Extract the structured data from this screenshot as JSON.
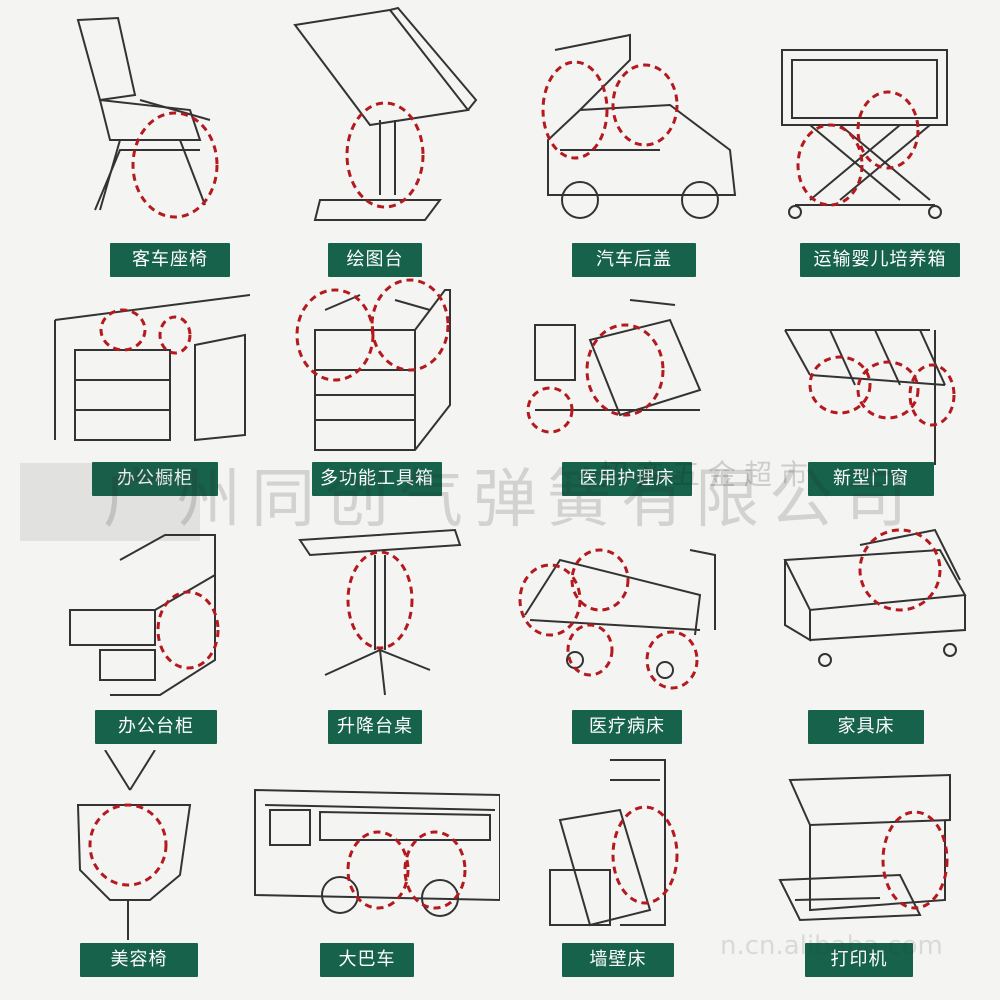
{
  "colors": {
    "label_bg": "#16624a",
    "label_text": "#ffffff",
    "highlight_circle": "#b4191d",
    "line_art": "#333333"
  },
  "watermark": {
    "main": "广州同创气弹簧有限公司",
    "sub": "招商五金超市",
    "url": "n.cn.alibaba.com"
  },
  "items": [
    {
      "label": "客车座椅",
      "icon": "bus-seat-icon"
    },
    {
      "label": "绘图台",
      "icon": "drafting-table-icon"
    },
    {
      "label": "汽车后盖",
      "icon": "car-tailgate-icon"
    },
    {
      "label": "运输婴儿培养箱",
      "icon": "infant-incubator-icon"
    },
    {
      "label": "办公橱柜",
      "icon": "office-cabinet-icon"
    },
    {
      "label": "多功能工具箱",
      "icon": "tool-box-icon"
    },
    {
      "label": "医用护理床",
      "icon": "nursing-bed-icon"
    },
    {
      "label": "新型门窗",
      "icon": "window-icon"
    },
    {
      "label": "办公台柜",
      "icon": "office-desk-cabinet-icon"
    },
    {
      "label": "升降台桌",
      "icon": "lifting-table-icon"
    },
    {
      "label": "医疗病床",
      "icon": "hospital-bed-icon"
    },
    {
      "label": "家具床",
      "icon": "furniture-bed-icon"
    },
    {
      "label": "美容椅",
      "icon": "beauty-chair-icon"
    },
    {
      "label": "大巴车",
      "icon": "coach-bus-icon"
    },
    {
      "label": "墙壁床",
      "icon": "wall-bed-icon"
    },
    {
      "label": "打印机",
      "icon": "printer-icon"
    }
  ]
}
